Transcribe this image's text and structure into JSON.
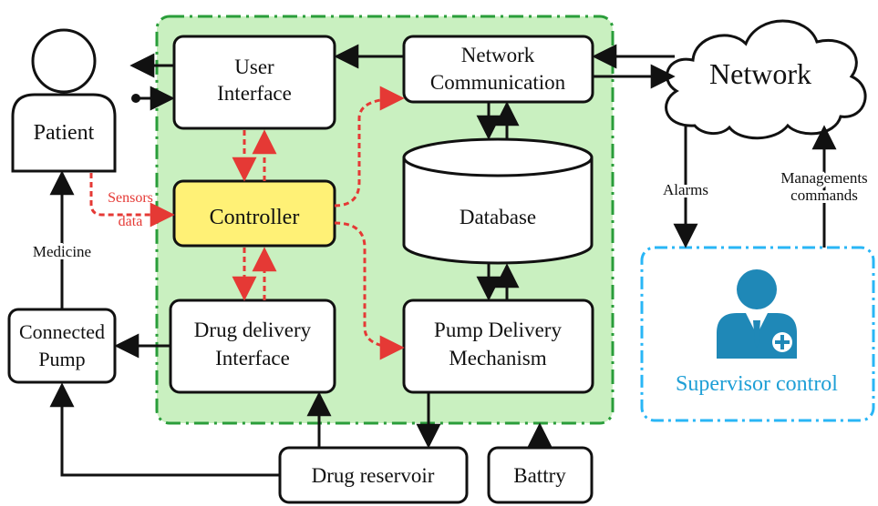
{
  "nodes": {
    "patient": "Patient",
    "user_interface_1": "User",
    "user_interface_2": "Interface",
    "network_comm_1": "Network",
    "network_comm_2": "Communication",
    "network": "Network",
    "controller": "Controller",
    "database": "Database",
    "drug_delivery_1": "Drug delivery",
    "drug_delivery_2": "Interface",
    "pump_delivery_1": "Pump Delivery",
    "pump_delivery_2": "Mechanism",
    "connected_pump_1": "Connected",
    "connected_pump_2": "Pump",
    "drug_reservoir": "Drug reservoir",
    "battery": "Battry",
    "supervisor": "Supervisor control"
  },
  "edge_labels": {
    "sensors_1": "Sensors",
    "sensors_2": "data",
    "medicine": "Medicine",
    "alarms": "Alarms",
    "management_1": "Managements",
    "management_2": "commands"
  },
  "colors": {
    "green_region_fill": "#c9f0c0",
    "green_region_border": "#2a9d3a",
    "controller_fill": "#fff176",
    "dashed_red": "#e53935",
    "supervisor_border": "#29b6f6",
    "supervisor_text": "#1e9fd6",
    "supervisor_icon": "#1f88b7"
  },
  "icons": [
    "patient-icon",
    "network-cloud-icon",
    "database-cylinder-icon",
    "supervisor-person-icon"
  ]
}
